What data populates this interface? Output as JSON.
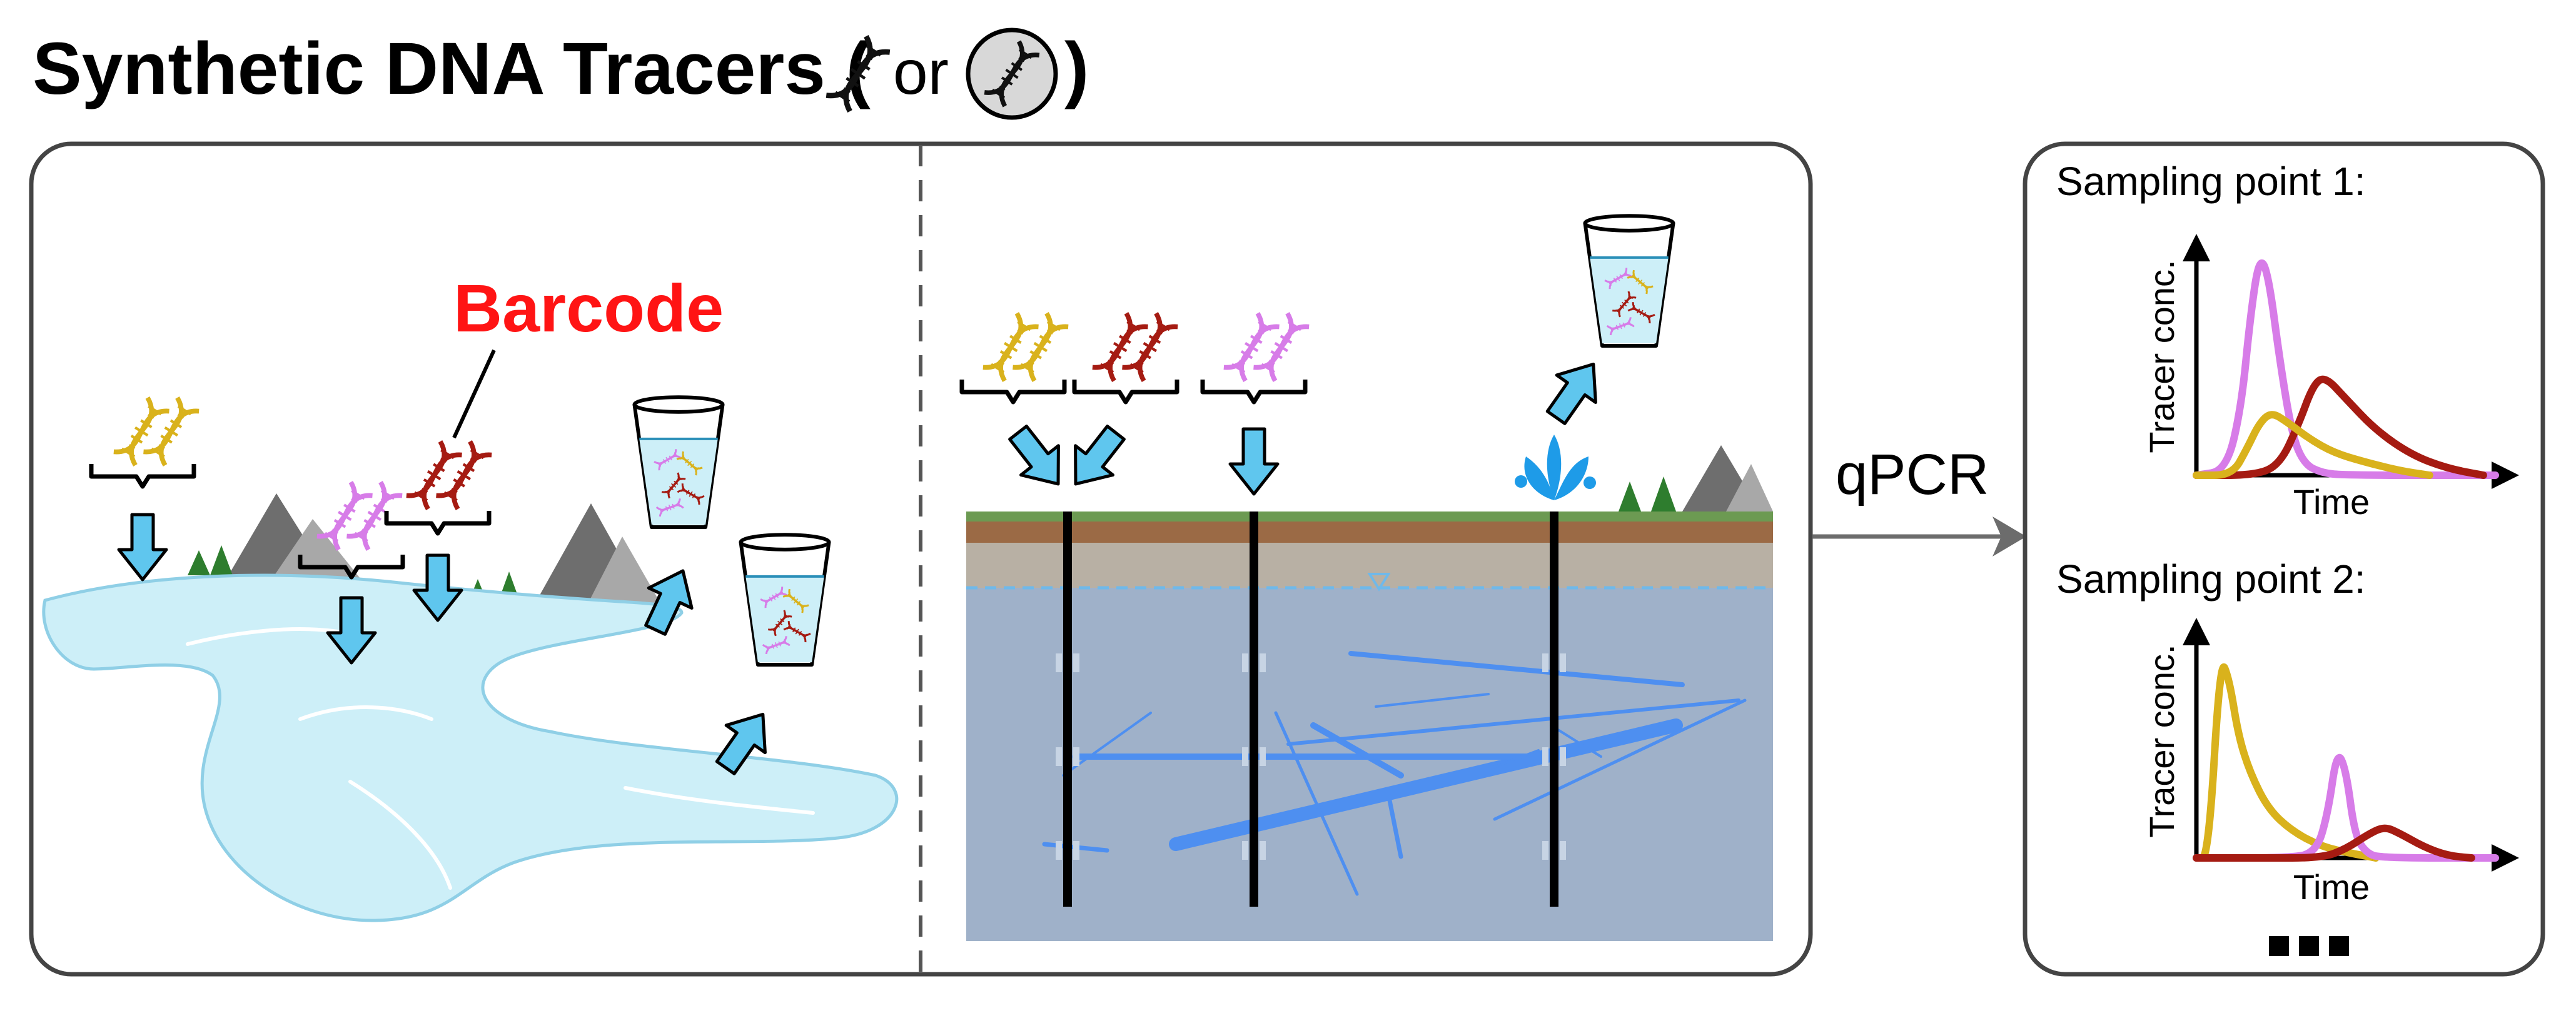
{
  "title": {
    "prefix": "Synthetic DNA Tracers (",
    "or": "or",
    "suffix": ")"
  },
  "barcode_label": "Barcode",
  "qpcr_label": "qPCR",
  "sampling_panels": [
    {
      "title": "Sampling point 1:",
      "ylabel": "Tracer conc.",
      "xlabel": "Time"
    },
    {
      "title": "Sampling point 2:",
      "ylabel": "Tracer conc.",
      "xlabel": "Time"
    }
  ],
  "colors": {
    "gold": "#D9B21C",
    "red": "#A51B12",
    "violet": "#D77CE8",
    "arrow": "#5FC6EE",
    "river": "#CDEFF8",
    "aquifer": "#9FB1C9",
    "fracture": "#4E8FF0",
    "grass": "#6C9A52",
    "soil": "#9B6A45",
    "gravel": "#B8B0A4"
  },
  "chart_data": [
    {
      "type": "line",
      "title": "Sampling point 1:",
      "xlabel": "Time",
      "ylabel": "Tracer conc.",
      "series": [
        {
          "color": "#D77CE8",
          "x": [
            0.0,
            0.1,
            0.15,
            0.18,
            0.21,
            0.24,
            0.28,
            0.32,
            0.36,
            0.42,
            0.5,
            1.0
          ],
          "y": [
            0.0,
            0.02,
            0.3,
            0.7,
            0.97,
            0.9,
            0.5,
            0.18,
            0.05,
            0.01,
            0.0,
            0.0
          ]
        },
        {
          "color": "#A51B12",
          "x": [
            0.0,
            0.2,
            0.28,
            0.34,
            0.39,
            0.43,
            0.5,
            0.6,
            0.72,
            0.84,
            0.96
          ],
          "y": [
            0.0,
            0.0,
            0.05,
            0.22,
            0.4,
            0.44,
            0.34,
            0.2,
            0.09,
            0.03,
            0.0
          ]
        },
        {
          "color": "#D9B21C",
          "x": [
            0.0,
            0.12,
            0.17,
            0.21,
            0.25,
            0.3,
            0.38,
            0.46,
            0.56,
            0.68,
            0.78
          ],
          "y": [
            0.0,
            0.0,
            0.12,
            0.23,
            0.28,
            0.24,
            0.16,
            0.1,
            0.06,
            0.02,
            0.0
          ]
        }
      ]
    },
    {
      "type": "line",
      "title": "Sampling point 2:",
      "xlabel": "Time",
      "ylabel": "Tracer conc.",
      "series": [
        {
          "color": "#D9B21C",
          "x": [
            0.0,
            0.04,
            0.08,
            0.11,
            0.14,
            0.18,
            0.24,
            0.32,
            0.42,
            0.52,
            0.6
          ],
          "y": [
            0.0,
            0.0,
            0.9,
            0.8,
            0.55,
            0.38,
            0.22,
            0.12,
            0.05,
            0.02,
            0.0
          ]
        },
        {
          "color": "#D77CE8",
          "x": [
            0.0,
            0.3,
            0.4,
            0.44,
            0.47,
            0.5,
            0.53,
            0.57,
            0.62,
            1.0
          ],
          "y": [
            0.0,
            0.0,
            0.02,
            0.2,
            0.48,
            0.4,
            0.1,
            0.02,
            0.0,
            0.0
          ]
        },
        {
          "color": "#A51B12",
          "x": [
            0.0,
            0.22,
            0.42,
            0.5,
            0.58,
            0.63,
            0.68,
            0.76,
            0.84,
            0.92
          ],
          "y": [
            0.0,
            0.0,
            0.0,
            0.04,
            0.11,
            0.14,
            0.11,
            0.05,
            0.01,
            0.0
          ]
        }
      ]
    }
  ]
}
